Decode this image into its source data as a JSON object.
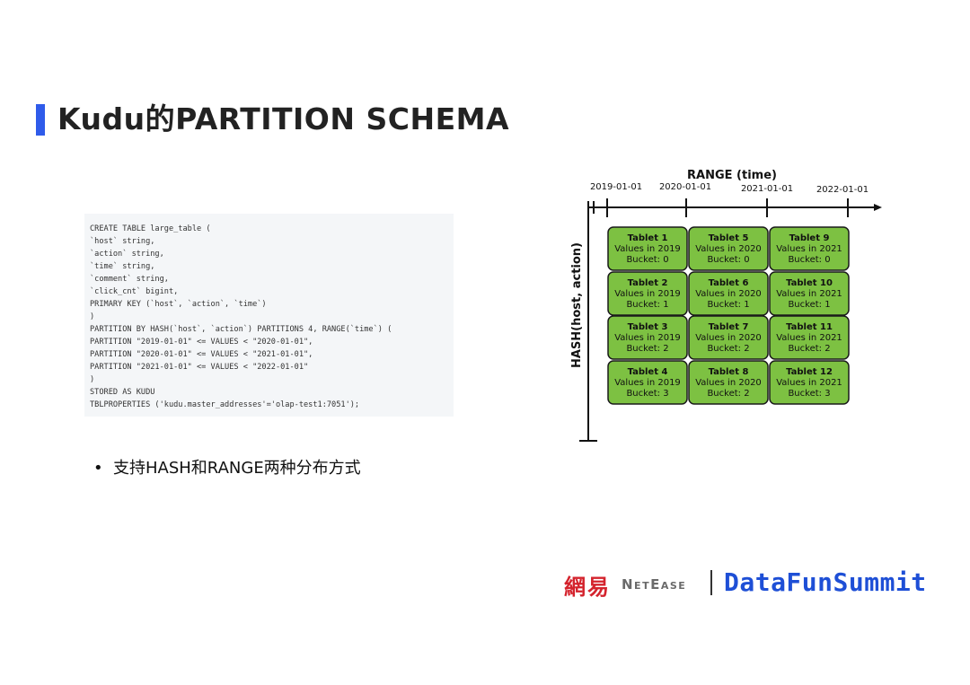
{
  "header": {
    "title": "Kudu的PARTITION SCHEMA"
  },
  "code": {
    "lines": [
      "CREATE TABLE large_table (",
      "`host` string,",
      "`action` string,",
      "`time` string,",
      "`comment` string,",
      "`click_cnt` bigint,",
      "PRIMARY KEY (`host`, `action`, `time`)",
      ")",
      "PARTITION BY HASH(`host`, `action`) PARTITIONS 4, RANGE(`time`) (",
      "PARTITION \"2019-01-01\" <= VALUES < \"2020-01-01\",",
      "PARTITION \"2020-01-01\" <= VALUES < \"2021-01-01\",",
      "PARTITION \"2021-01-01\" <= VALUES < \"2022-01-01\"",
      ")",
      "STORED AS KUDU",
      "TBLPROPERTIES ('kudu.master_addresses'='olap-test1:7051');"
    ]
  },
  "bullet": {
    "marker": "•",
    "text": "支持HASH和RANGE两种分布方式"
  },
  "diagram": {
    "range_label": "RANGE (time)",
    "hash_label": "HASH(host, action)",
    "range_ticks": [
      "2019-01-01",
      "2020-01-01",
      "2021-01-01",
      "2022-01-01"
    ],
    "tablets": [
      [
        {
          "name": "Tablet 1",
          "values": "Values in 2019",
          "bucket": "Bucket: 0"
        },
        {
          "name": "Tablet 5",
          "values": "Values in 2020",
          "bucket": "Bucket: 0"
        },
        {
          "name": "Tablet 9",
          "values": "Values in 2021",
          "bucket": "Bucket: 0"
        }
      ],
      [
        {
          "name": "Tablet 2",
          "values": "Values in 2019",
          "bucket": "Bucket: 1"
        },
        {
          "name": "Tablet 6",
          "values": "Values in 2020",
          "bucket": "Bucket: 1"
        },
        {
          "name": "Tablet 10",
          "values": "Values in 2021",
          "bucket": "Bucket: 1"
        }
      ],
      [
        {
          "name": "Tablet 3",
          "values": "Values in 2019",
          "bucket": "Bucket: 2"
        },
        {
          "name": "Tablet 7",
          "values": "Values in 2020",
          "bucket": "Bucket: 2"
        },
        {
          "name": "Tablet 11",
          "values": "Values in 2021",
          "bucket": "Bucket: 2"
        }
      ],
      [
        {
          "name": "Tablet 4",
          "values": "Values in 2019",
          "bucket": "Bucket: 3"
        },
        {
          "name": "Tablet 8",
          "values": "Values in 2020",
          "bucket": "Bucket: 2"
        },
        {
          "name": "Tablet 12",
          "values": "Values in 2021",
          "bucket": "Bucket: 3"
        }
      ]
    ],
    "colors": {
      "tablet_fill": "#7dc142",
      "tablet_stroke": "#1a1a1a",
      "axis": "#111111"
    }
  },
  "footer": {
    "netease_cn": "網易",
    "netease_en": "NetEase",
    "brand": "DataFunSummit"
  },
  "colors": {
    "accent": "#2f5bea",
    "code_bg": "#f4f6f8",
    "netease_red": "#d4232d",
    "datafun_blue": "#1e4fd6"
  }
}
